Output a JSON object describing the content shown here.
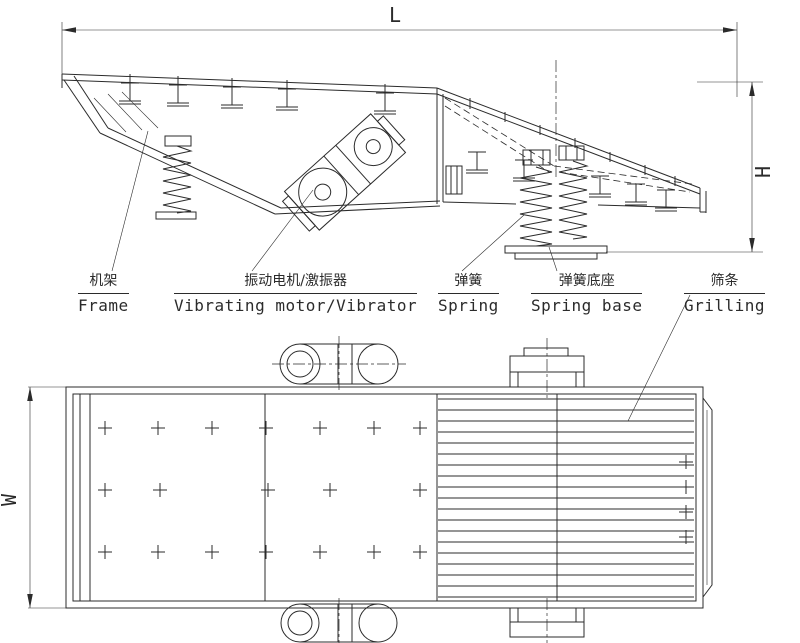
{
  "page": {
    "background": "#ffffff",
    "line_color": "#2b2b2b"
  },
  "dimensions": {
    "length": "L",
    "height": "H",
    "width": "W"
  },
  "labels": {
    "frame": {
      "zh": "机架",
      "en": "Frame"
    },
    "vibrator": {
      "zh": "振动电机/激振器",
      "en": "Vibrating motor/Vibrator"
    },
    "spring": {
      "zh": "弹簧",
      "en": "Spring"
    },
    "spring_base": {
      "zh": "弹簧底座",
      "en": "Spring base"
    },
    "grilling": {
      "zh": "筛条",
      "en": "Grilling"
    }
  }
}
